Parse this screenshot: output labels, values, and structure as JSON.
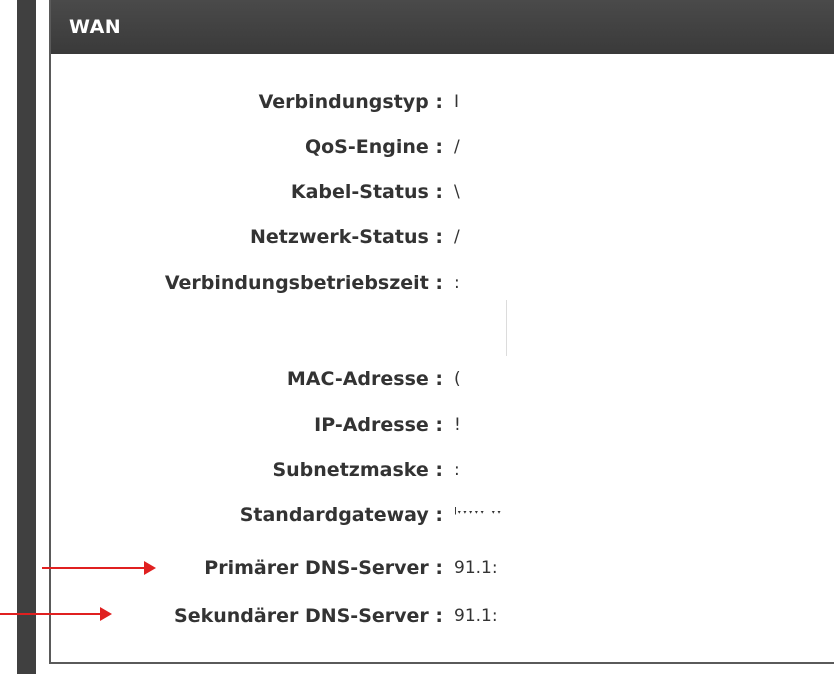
{
  "panel": {
    "title": "WAN"
  },
  "rows": [
    {
      "label": "Verbindungstyp :",
      "value": "I"
    },
    {
      "label": "QoS-Engine :",
      "value": "/"
    },
    {
      "label": "Kabel-Status :",
      "value": "\\"
    },
    {
      "label": "Netzwerk-Status :",
      "value": "/"
    },
    {
      "label": "Verbindungsbetriebszeit :",
      "value": ":"
    },
    {
      "label": "MAC-Adresse :",
      "value": "("
    },
    {
      "label": "IP-Adresse :",
      "value": "!"
    },
    {
      "label": "Subnetzmaske :",
      "value": ":"
    },
    {
      "label": "Standardgateway :",
      "value": "ˡˑˑˑˑˑ ˑˑ"
    },
    {
      "label": "Primärer DNS-Server :",
      "value": "91.1:"
    },
    {
      "label": "Sekundärer DNS-Server :",
      "value": "91.1:"
    }
  ],
  "colors": {
    "header_bg": "#404040",
    "arrow": "#e02020"
  }
}
